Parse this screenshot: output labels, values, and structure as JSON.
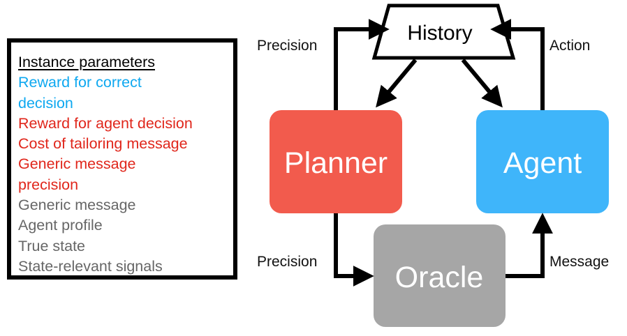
{
  "colors": {
    "planner": "#F25B4D",
    "agent": "#3FB5FA",
    "oracle": "#A6A6A6",
    "accent_blue": "#0EA8F0",
    "accent_red": "#E0261B",
    "muted_gray": "#666666",
    "black": "#000000"
  },
  "parameters": {
    "title": "Instance parameters",
    "items": [
      {
        "text": "Reward for correct",
        "color": "#0EA8F0"
      },
      {
        "text": "decision",
        "color": "#0EA8F0"
      },
      {
        "text": "Reward for agent decision",
        "color": "#E0261B"
      },
      {
        "text": "Cost of tailoring message",
        "color": "#E0261B"
      },
      {
        "text": "Generic message",
        "color": "#E0261B"
      },
      {
        "text": "precision",
        "color": "#E0261B"
      },
      {
        "text": "Generic message",
        "color": "#666666"
      },
      {
        "text": "Agent profile",
        "color": "#666666"
      },
      {
        "text": "True state",
        "color": "#666666"
      },
      {
        "text": "State-relevant signals",
        "color": "#666666"
      }
    ]
  },
  "nodes": {
    "history": "History",
    "planner": "Planner",
    "agent": "Agent",
    "oracle": "Oracle"
  },
  "edges": {
    "planner_to_history": "Precision",
    "agent_to_history": "Action",
    "planner_to_oracle": "Precision",
    "oracle_to_agent": "Message"
  }
}
